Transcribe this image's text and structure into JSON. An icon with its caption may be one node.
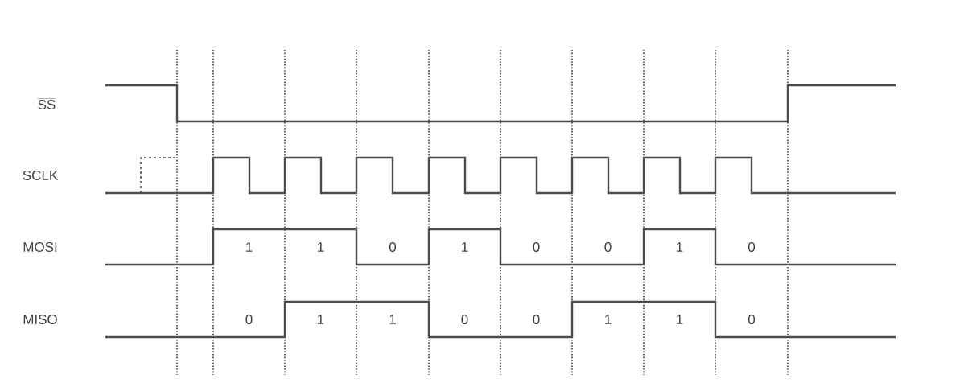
{
  "diagram": {
    "labels": [
      "SS",
      "SCLK",
      "MOSI",
      "1",
      "1",
      "0",
      "1",
      "0",
      "0",
      "1",
      "0",
      "MISO",
      "0",
      "1",
      "1",
      "0",
      "0",
      "1",
      "1",
      "0"
    ]
  }
}
